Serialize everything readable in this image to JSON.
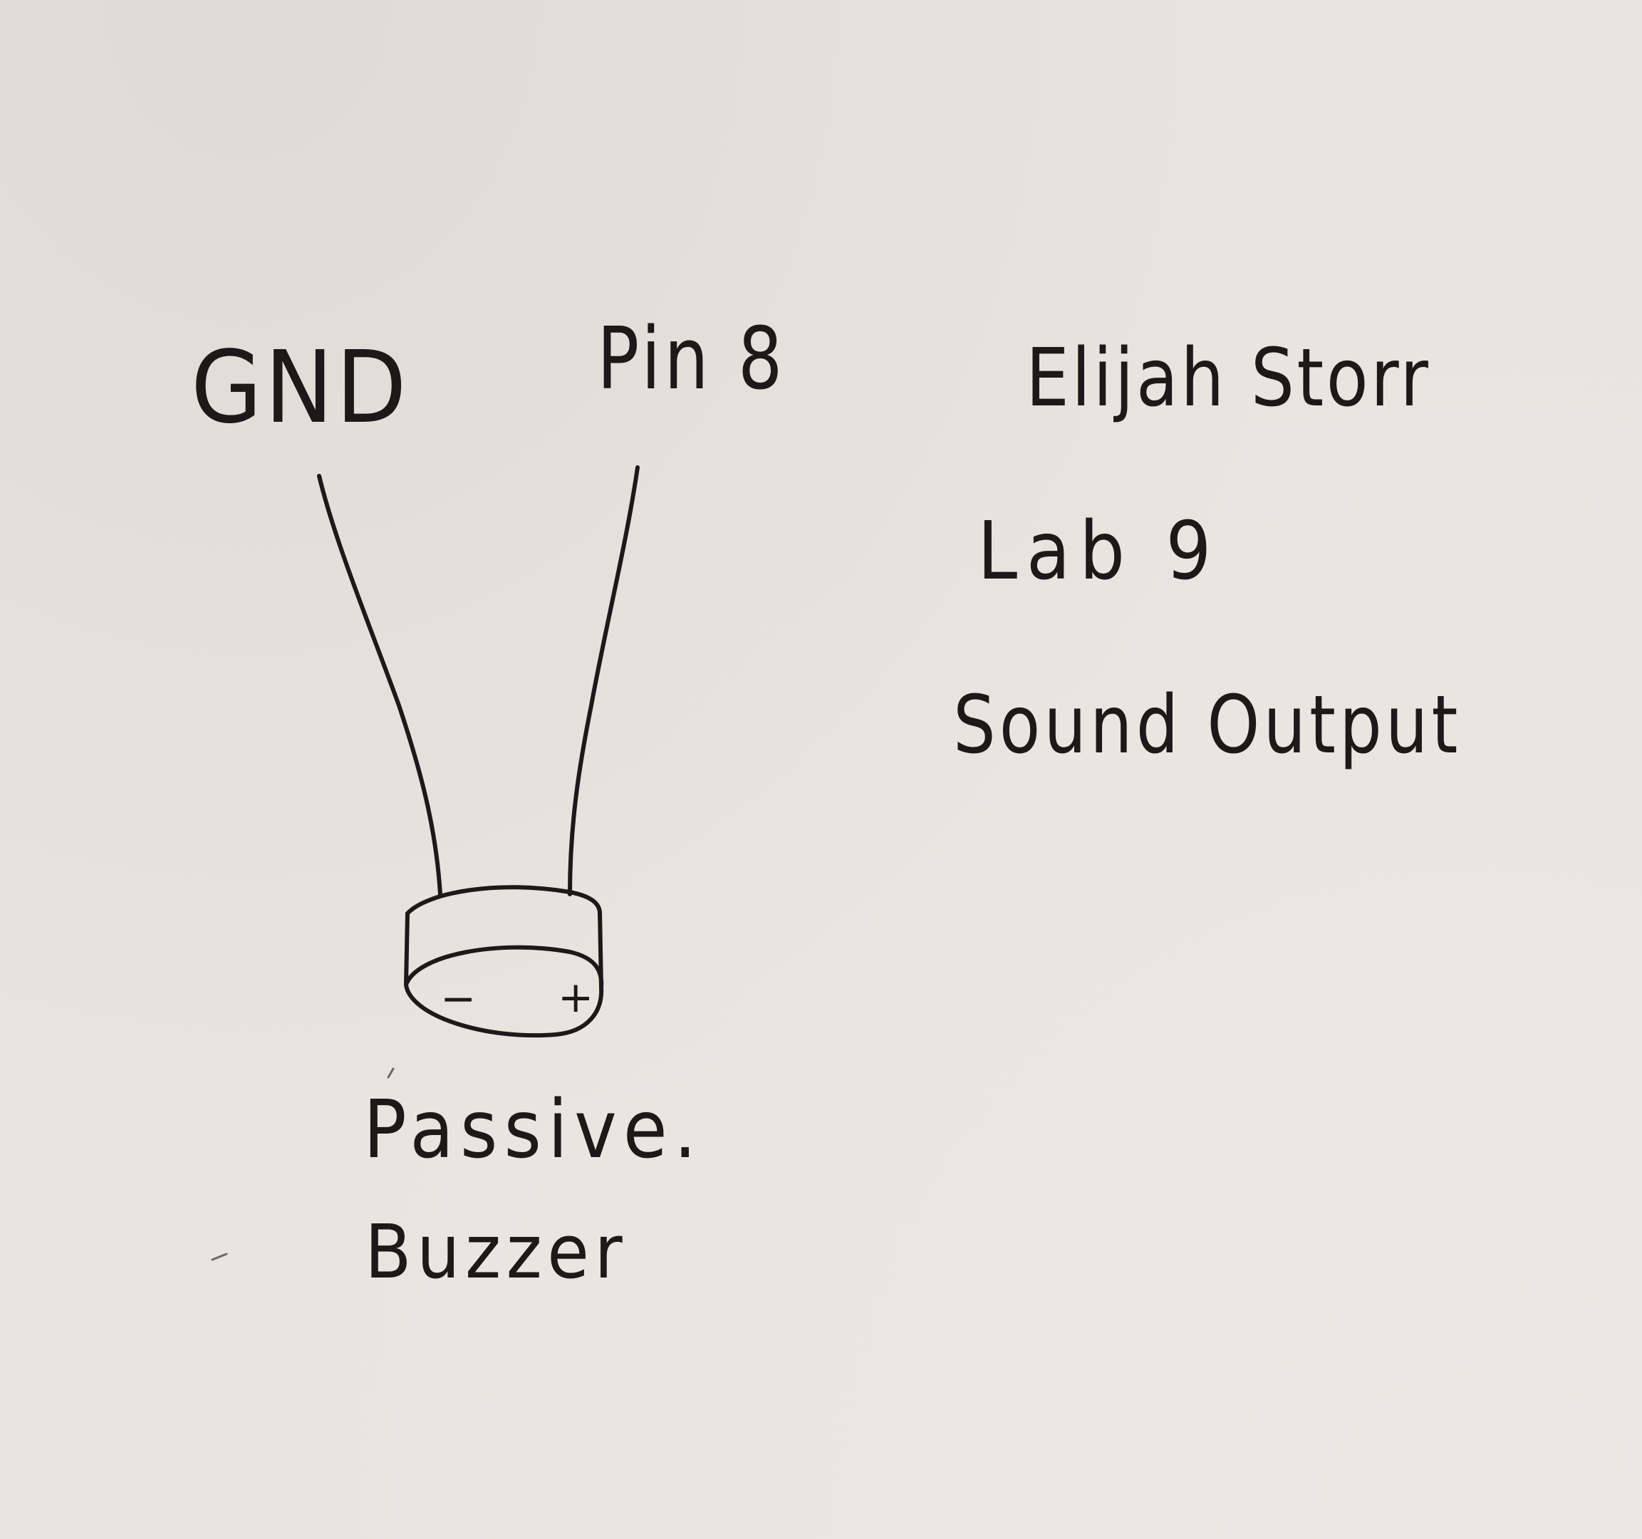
{
  "diagram": {
    "labels": {
      "gnd": "GND",
      "pin": "Pin 8",
      "minus": "−",
      "plus": "+",
      "component_line1": "Passive.",
      "component_line2": "Buzzer"
    },
    "notes": {
      "name": "Elijah Storr",
      "lab": "Lab 9",
      "title": "Sound Output"
    }
  },
  "colors": {
    "paper": "#e8e5e1",
    "ink": "#1c1a18"
  }
}
